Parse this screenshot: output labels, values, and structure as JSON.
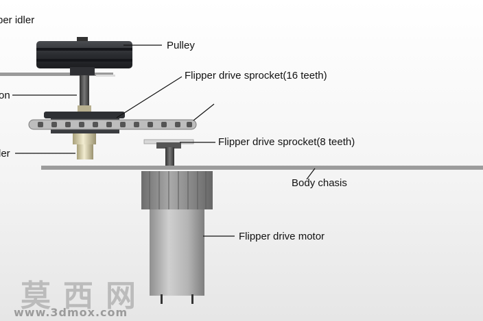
{
  "labels": {
    "upper_idler": "per idler",
    "pulley": "Pulley",
    "sprocket16": "Flipper drive sprocket(16 teeth)",
    "left_on": "on",
    "sprocket8": "Flipper drive sprocket(8 teeth)",
    "left_idler": "ler",
    "chassis": "Body chasis",
    "motor": "Flipper drive motor"
  },
  "watermark": {
    "cn": "莫西网",
    "url": "www.3dmox.com"
  }
}
